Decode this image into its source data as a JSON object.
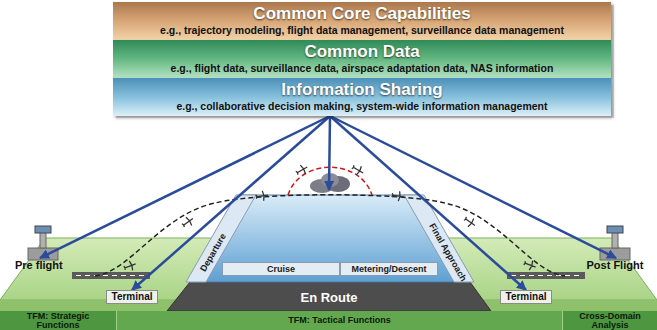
{
  "diagram": {
    "nodes": [
      {
        "text": [
          "Common Core Capabilities",
          "e.g., trajectory modeling, flight data management, surveillance data management"
        ]
      },
      {
        "text": [
          "Common Data",
          "e.g., flight data, surveillance data, airspace adaptation data, NAS information"
        ]
      },
      {
        "text": [
          "Information Sharing",
          "e.g., collaborative decision making, system-wide information management"
        ]
      },
      {
        "text": [
          "Pre flight"
        ]
      },
      {
        "text": [
          "Terminal"
        ]
      },
      {
        "text": [
          "En Route"
        ]
      },
      {
        "text": [
          "Departure"
        ],
        "in": 5
      },
      {
        "text": [
          "Cruise"
        ],
        "in": 5
      },
      {
        "text": [
          "Metering/Descent"
        ],
        "in": 5
      },
      {
        "text": [
          "Final Approach"
        ],
        "in": 5
      },
      {
        "text": [
          "Terminal"
        ]
      },
      {
        "text": [
          "Post Flight"
        ]
      },
      {
        "text": [
          "TFM: Strategic Functions"
        ]
      },
      {
        "text": [
          "TFM: Tactical Functions"
        ]
      },
      {
        "text": [
          "Cross-Domain Analysis"
        ]
      }
    ],
    "edges": [
      {
        "from": 2,
        "to": 3,
        "arrow": "to"
      },
      {
        "from": 2,
        "to": 4,
        "arrow": "to"
      },
      {
        "from": 2,
        "to": 5,
        "arrow": "to"
      },
      {
        "from": 2,
        "to": 10,
        "arrow": "to"
      },
      {
        "from": 2,
        "to": 11,
        "arrow": "to"
      }
    ]
  }
}
